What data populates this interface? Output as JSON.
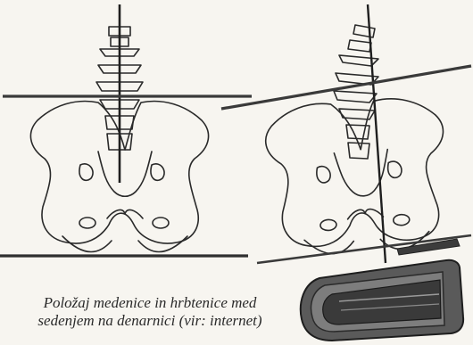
{
  "caption": {
    "line1": "Položaj medenice in hrbtenice med",
    "line2": "sedenjem na denarnici (vir: internet)"
  },
  "colors": {
    "background": "#f7f5f0",
    "ink": "#2a2a2a",
    "reference_line": "#3a3a3a",
    "wallet": "#4a4a4a"
  },
  "icons": [
    "wallet-icon",
    "pelvis-spine-normal-illustration",
    "pelvis-spine-tilted-illustration"
  ]
}
